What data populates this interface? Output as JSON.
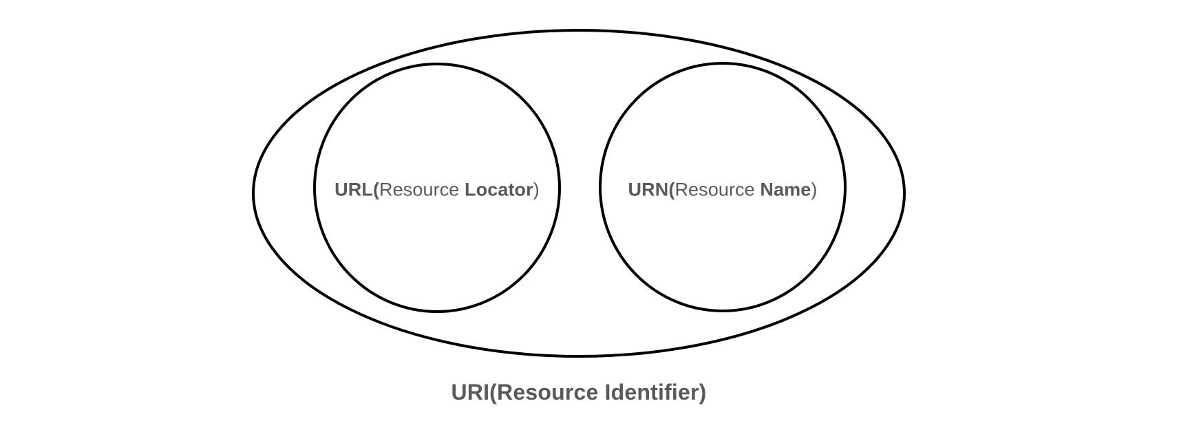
{
  "diagram": {
    "type": "venn-diagram",
    "background_color": "#ffffff",
    "stroke_color": "#000000",
    "text_color": "#595959",
    "outer_set": {
      "name": "uri",
      "caption_prefix": "URI(Resource Identifier",
      "caption_suffix": ")",
      "caption_full": "URI(Resource Identifier)"
    },
    "inner_sets": [
      {
        "name": "url",
        "abbrev": "URL(",
        "middle": "Resource ",
        "emphasis": "Locator",
        "close": ")",
        "full": "URL(Resource Locator)"
      },
      {
        "name": "urn",
        "abbrev": "URN(",
        "middle": "Resource ",
        "emphasis": "Name",
        "close": ")",
        "full": "URN(Resource Name)"
      }
    ]
  }
}
